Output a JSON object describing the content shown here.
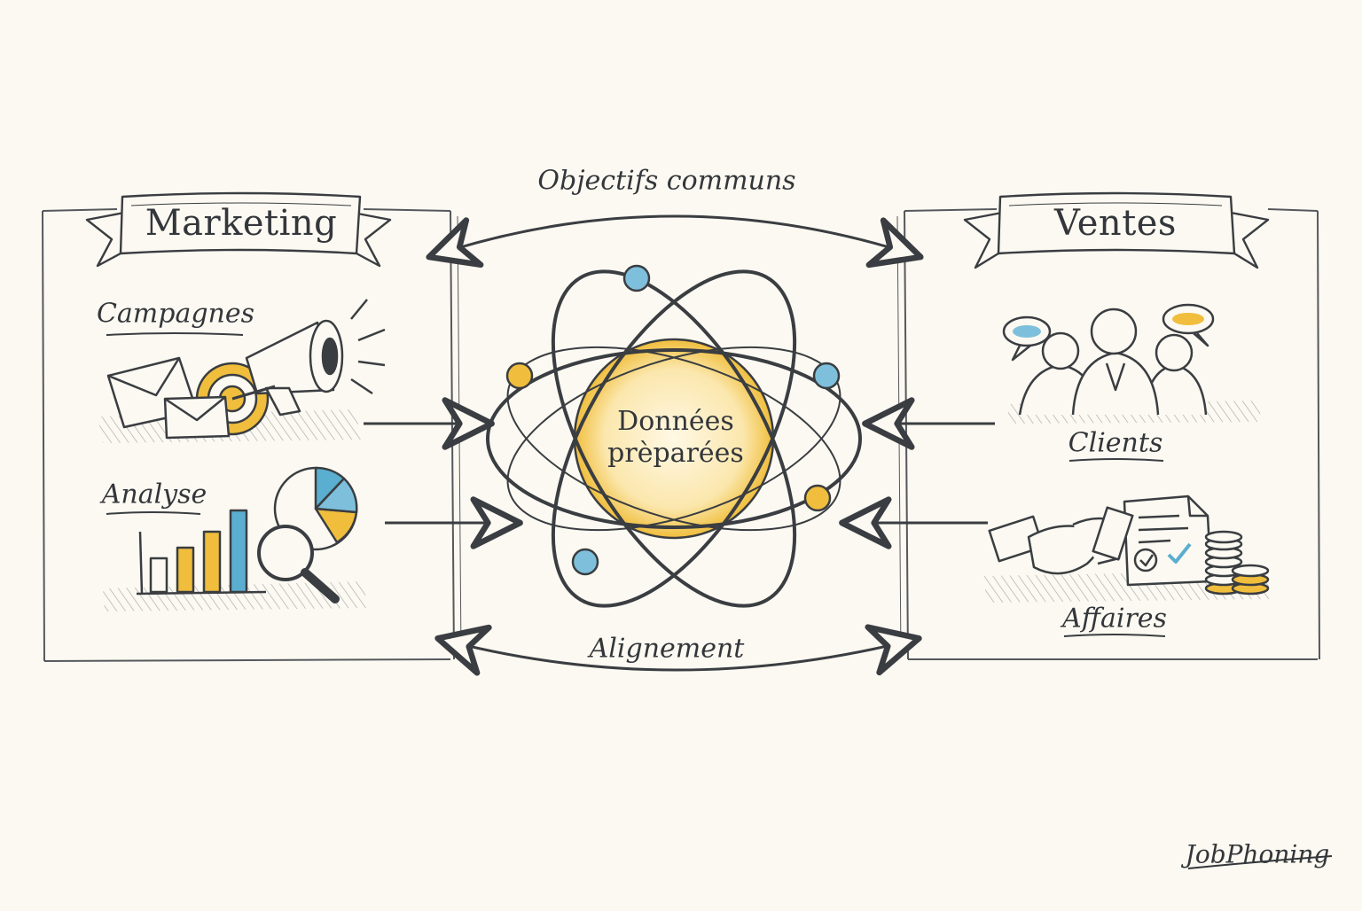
{
  "title_top": "Objectifs communs",
  "title_bottom": "Alignement",
  "center": {
    "line1": "Données",
    "line2": "prèparées"
  },
  "left_panel": {
    "banner": "Marketing",
    "items": [
      {
        "label": "Campagnes",
        "icon": "megaphone-target-envelope-icon"
      },
      {
        "label": "Analyse",
        "icon": "chart-magnifier-icon"
      }
    ]
  },
  "right_panel": {
    "banner": "Ventes",
    "items": [
      {
        "label": "Clients",
        "icon": "people-speech-icon"
      },
      {
        "label": "Affaires",
        "icon": "handshake-contract-coins-icon"
      }
    ]
  },
  "watermark": "JobPhoning",
  "colors": {
    "ink": "#33363a",
    "gold": "#f0be3c",
    "blue": "#5aaed0",
    "paper": "#fbf9f1"
  }
}
